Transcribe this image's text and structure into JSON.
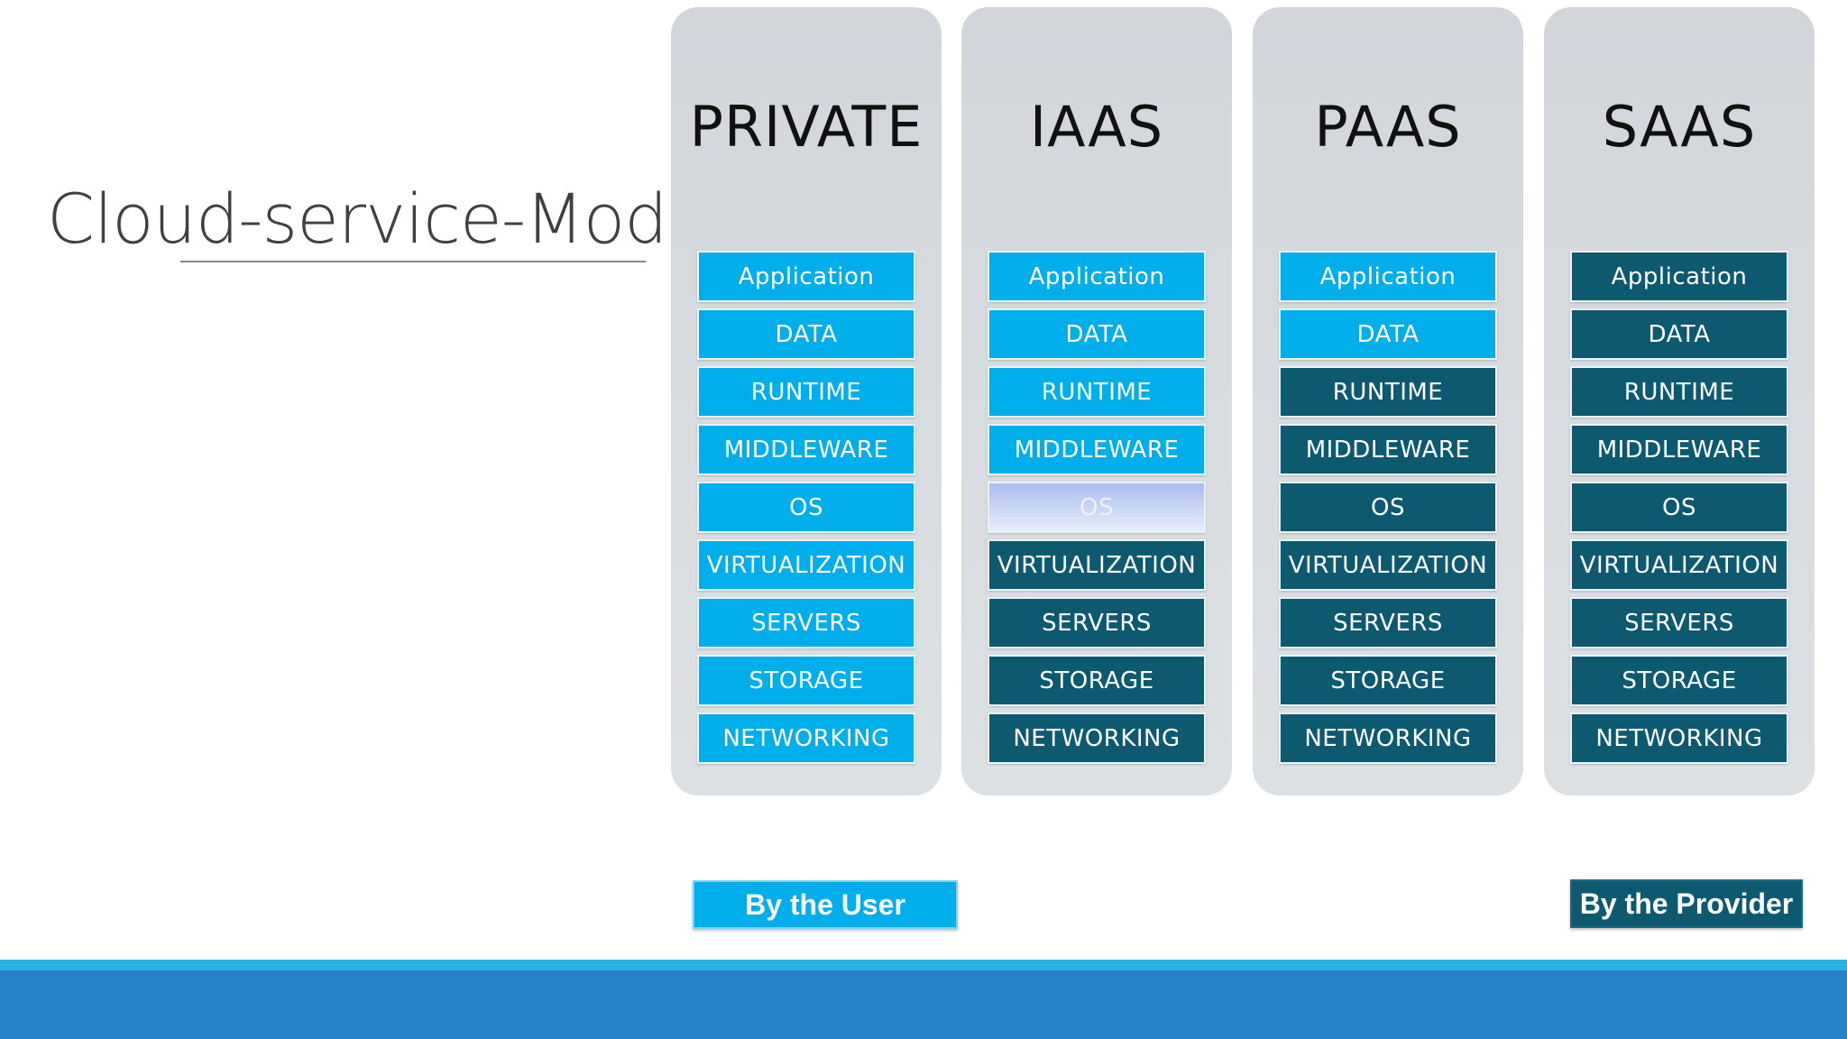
{
  "title": "Cloud-service-Model",
  "columns": [
    {
      "name": "PRIVATE",
      "layers": [
        {
          "label": "Application",
          "managed_by": "user"
        },
        {
          "label": "DATA",
          "managed_by": "user"
        },
        {
          "label": "RUNTIME",
          "managed_by": "user"
        },
        {
          "label": "MIDDLEWARE",
          "managed_by": "user"
        },
        {
          "label": "OS",
          "managed_by": "user"
        },
        {
          "label": "VIRTUALIZATION",
          "managed_by": "user"
        },
        {
          "label": "SERVERS",
          "managed_by": "user"
        },
        {
          "label": "STORAGE",
          "managed_by": "user"
        },
        {
          "label": "NETWORKING",
          "managed_by": "user"
        }
      ]
    },
    {
      "name": "IAAS",
      "layers": [
        {
          "label": "Application",
          "managed_by": "user"
        },
        {
          "label": "DATA",
          "managed_by": "user"
        },
        {
          "label": "RUNTIME",
          "managed_by": "user"
        },
        {
          "label": "MIDDLEWARE",
          "managed_by": "user"
        },
        {
          "label": "OS",
          "managed_by": "transition"
        },
        {
          "label": "VIRTUALIZATION",
          "managed_by": "provider"
        },
        {
          "label": "SERVERS",
          "managed_by": "provider"
        },
        {
          "label": "STORAGE",
          "managed_by": "provider"
        },
        {
          "label": "NETWORKING",
          "managed_by": "provider"
        }
      ]
    },
    {
      "name": "PAAS",
      "layers": [
        {
          "label": "Application",
          "managed_by": "user"
        },
        {
          "label": "DATA",
          "managed_by": "user"
        },
        {
          "label": "RUNTIME",
          "managed_by": "provider"
        },
        {
          "label": "MIDDLEWARE",
          "managed_by": "provider"
        },
        {
          "label": "OS",
          "managed_by": "provider"
        },
        {
          "label": "VIRTUALIZATION",
          "managed_by": "provider"
        },
        {
          "label": "SERVERS",
          "managed_by": "provider"
        },
        {
          "label": "STORAGE",
          "managed_by": "provider"
        },
        {
          "label": "NETWORKING",
          "managed_by": "provider"
        }
      ]
    },
    {
      "name": "SAAS",
      "layers": [
        {
          "label": "Application",
          "managed_by": "provider"
        },
        {
          "label": "DATA",
          "managed_by": "provider"
        },
        {
          "label": "RUNTIME",
          "managed_by": "provider"
        },
        {
          "label": "MIDDLEWARE",
          "managed_by": "provider"
        },
        {
          "label": "OS",
          "managed_by": "provider"
        },
        {
          "label": "VIRTUALIZATION",
          "managed_by": "provider"
        },
        {
          "label": "SERVERS",
          "managed_by": "provider"
        },
        {
          "label": "STORAGE",
          "managed_by": "provider"
        },
        {
          "label": "NETWORKING",
          "managed_by": "provider"
        }
      ]
    }
  ],
  "legend": {
    "user": "By the User",
    "provider": "By the Provider"
  },
  "colors": {
    "user": "#00aeeb",
    "provider": "#0d5a70",
    "column_bg": "#d4d8dc",
    "footer": "#2583c7"
  }
}
